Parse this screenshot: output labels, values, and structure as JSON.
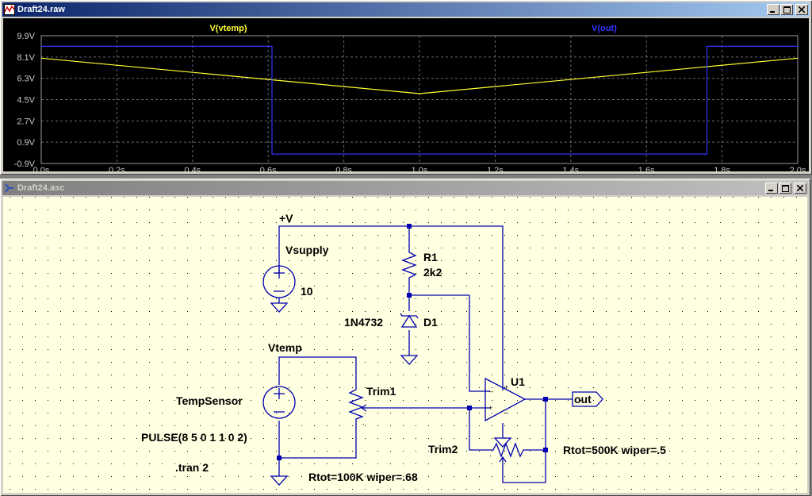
{
  "waveform_window": {
    "title": "Draft24.raw",
    "trace_labels": {
      "vtemp": "V(vtemp)",
      "out": "V(out)"
    },
    "colors": {
      "vtemp": "#ffff33",
      "out": "#3333ff",
      "axis_text": "#c8c8c8",
      "background": "#000000"
    }
  },
  "schematic_window": {
    "title": "Draft24.asc",
    "labels": {
      "supply_net": "+V",
      "vsupply_name": "Vsupply",
      "vsupply_value": "10",
      "r1_name": "R1",
      "r1_value": "2k2",
      "diode_model": "1N4732",
      "diode_name": "D1",
      "vtemp_net": "Vtemp",
      "tempsensor_name": "TempSensor",
      "tempsensor_value": "PULSE(8 5 0 1 1 0 2)",
      "tran_directive": ".tran 2",
      "trim1_name": "Trim1",
      "trim1_value": "Rtot=100K wiper=.68",
      "u1_name": "U1",
      "out_label": "out",
      "trim2_name": "Trim2",
      "trim2_value": "Rtot=500K wiper=.5"
    },
    "colors": {
      "background": "#ffffe1",
      "wire": "#0000b0",
      "text": "#000000"
    }
  },
  "chart_data": {
    "type": "line",
    "xlabel": "",
    "ylabel": "",
    "x_ticks": [
      "0.0s",
      "0.2s",
      "0.4s",
      "0.6s",
      "0.8s",
      "1.0s",
      "1.2s",
      "1.4s",
      "1.6s",
      "1.8s",
      "2.0s"
    ],
    "y_ticks": [
      "9.9V",
      "8.1V",
      "6.3V",
      "4.5V",
      "2.7V",
      "0.9V",
      "-0.9V"
    ],
    "xlim": [
      0,
      2
    ],
    "ylim": [
      -0.9,
      9.9
    ],
    "grid": true,
    "series": [
      {
        "name": "V(vtemp)",
        "color": "#ffff33",
        "x": [
          0,
          1.0,
          2.0
        ],
        "y": [
          8.0,
          5.0,
          8.0
        ]
      },
      {
        "name": "V(out)",
        "color": "#3333ff",
        "x": [
          0,
          0.61,
          0.61,
          1.76,
          1.76,
          2.0
        ],
        "y": [
          9.0,
          9.0,
          -0.1,
          -0.1,
          9.0,
          9.0
        ]
      }
    ]
  }
}
